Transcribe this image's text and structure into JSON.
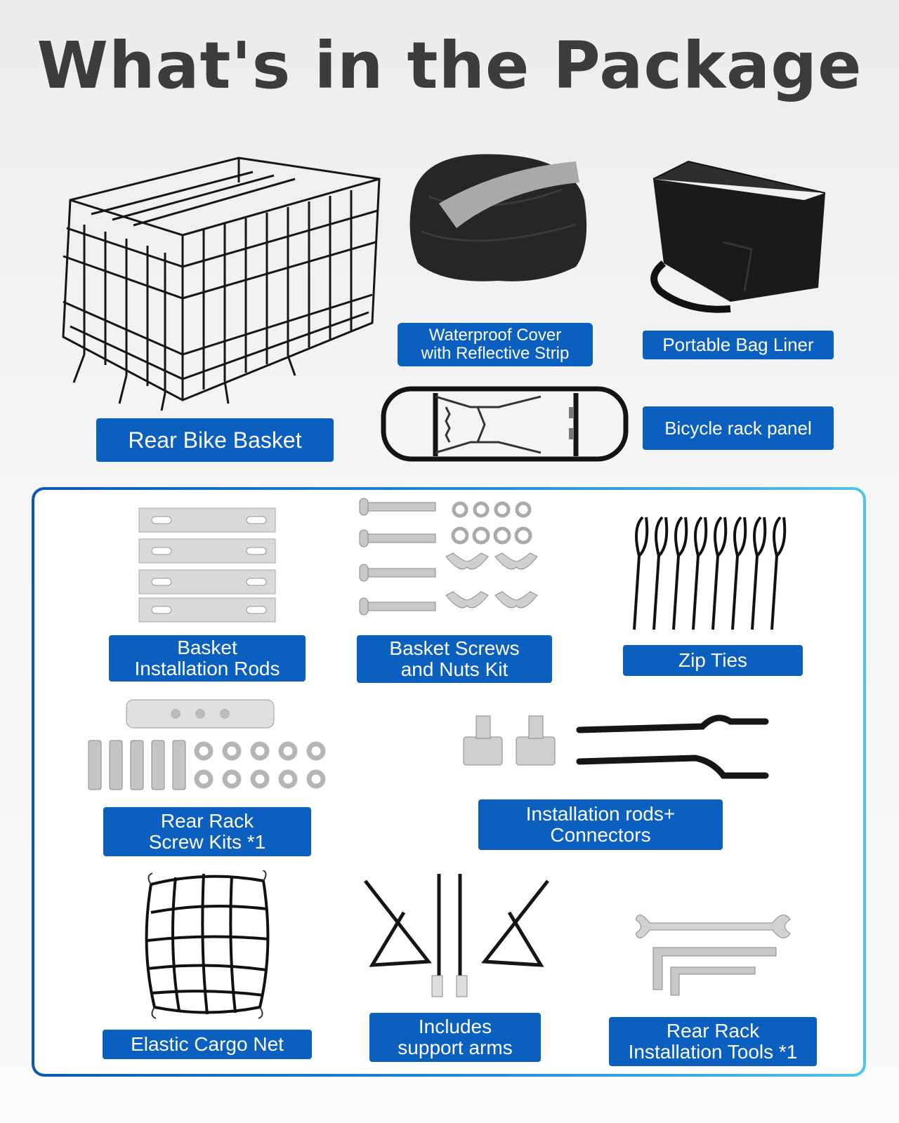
{
  "title": "What's in the Package",
  "labels": {
    "rear_bike_basket": "Rear Bike Basket",
    "waterproof_cover": [
      "Waterproof Cover",
      "with Reflective Strip"
    ],
    "bag_liner": "Portable Bag Liner",
    "rack_panel": "Bicycle rack panel",
    "installation_rods": [
      "Basket",
      "Installation Rods"
    ],
    "screws_nuts": [
      "Basket Screws",
      "and Nuts Kit"
    ],
    "zip_ties": "Zip Ties",
    "rack_screw_kits": [
      "Rear Rack",
      "Screw Kits *1"
    ],
    "rods_connectors": [
      "Installation rods+",
      "Connectors"
    ],
    "cargo_net": "Elastic Cargo Net",
    "support_arms": [
      "Includes",
      "support arms"
    ],
    "install_tools": [
      "Rear Rack",
      "Installation Tools *1"
    ]
  },
  "colors": {
    "label_bg": "#0a5fbf",
    "title": "#3c3c3c",
    "panel_border_start": "#0b57b8",
    "panel_border_end": "#4fc4ea"
  }
}
